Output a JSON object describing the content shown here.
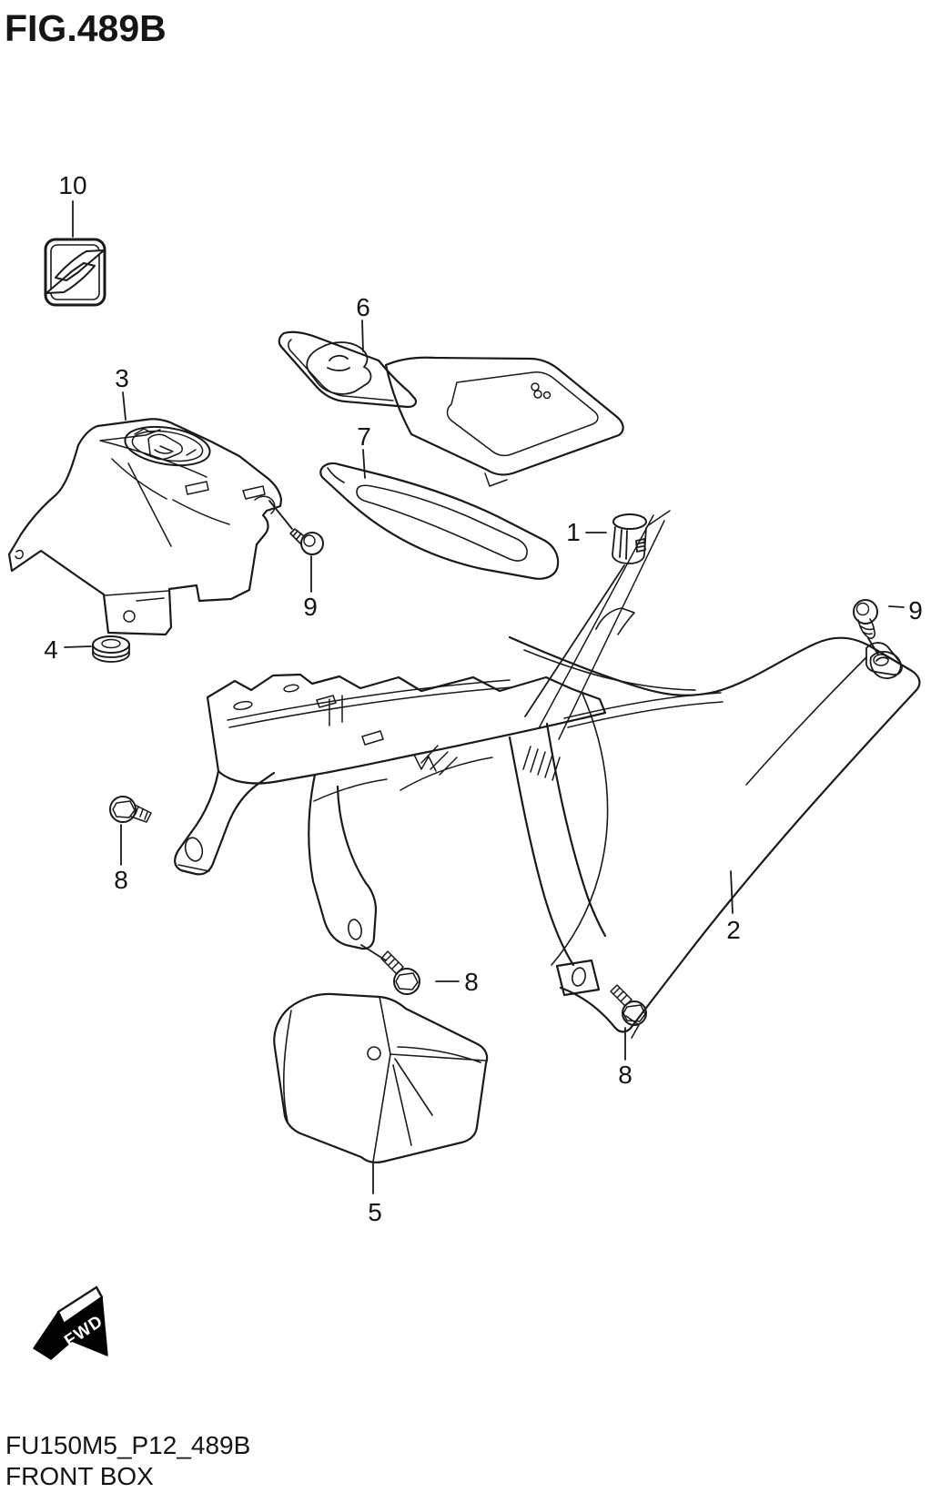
{
  "figure": {
    "title": "FIG.489B",
    "code": "FU150M5_P12_489B",
    "name": "FRONT BOX"
  },
  "direction_indicator": {
    "label": "FWD"
  },
  "drawing": {
    "stroke_color": "#1a1a1a",
    "background_color": "#ffffff",
    "style": "exploded-parts-line-drawing"
  },
  "callouts": [
    {
      "number": "1",
      "part": "clip-fastener"
    },
    {
      "number": "2",
      "part": "front-box-body"
    },
    {
      "number": "3",
      "part": "upper-cover"
    },
    {
      "number": "4",
      "part": "grommet"
    },
    {
      "number": "5",
      "part": "lower-cover"
    },
    {
      "number": "6",
      "part": "box-lid"
    },
    {
      "number": "7",
      "part": "lid-gasket"
    },
    {
      "number": "8",
      "part": "bolt-left"
    },
    {
      "number": "8",
      "part": "bolt-middle"
    },
    {
      "number": "8",
      "part": "bolt-right"
    },
    {
      "number": "9",
      "part": "screw-left"
    },
    {
      "number": "9",
      "part": "screw-right"
    },
    {
      "number": "10",
      "part": "suzuki-emblem"
    }
  ]
}
